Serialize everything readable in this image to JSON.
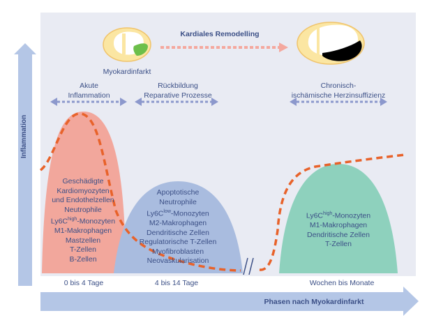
{
  "top": {
    "title": "Kardiales Remodelling",
    "infarct_label": "Myokardinfarkt"
  },
  "phases": [
    {
      "name_lines": [
        "Akute",
        "Inflammation"
      ],
      "duration": "0 bis 4 Tage",
      "cells": [
        "Geschädigte",
        "Kardiomyozyten",
        "und Endothelzellen",
        "Neutrophile",
        "Ly6Chigh-Monozyten",
        "M1-Makrophagen",
        "Mastzellen",
        "T-Zellen",
        "B-Zellen"
      ]
    },
    {
      "name_lines": [
        "Rückbildung",
        "Reparative Prozesse"
      ],
      "duration": "4 bis 14 Tage",
      "cells": [
        "Apoptotische",
        "Neutrophile",
        "Ly6Clow-Monozyten",
        "M2-Makrophagen",
        "Dendritische Zellen",
        "Regulatorische T-Zellen",
        "Myofibroblasten",
        "Neovaskularisation"
      ]
    },
    {
      "name_lines": [
        "Chronisch-",
        "ischämische Herzinsuffizienz"
      ],
      "duration": "Wochen bis Monate",
      "cells": [
        "Ly6Chigh-Monozyten",
        "M1-Makrophagen",
        "Dendritische Zellen",
        "T-Zellen"
      ]
    }
  ],
  "axes": {
    "y_label": "Inflammation",
    "x_label": "Phasen nach Myokardinfarkt"
  },
  "colors": {
    "panel": "#e9ebf3",
    "axis_arrow": "#b4c6e6",
    "acute": "#f2a79c",
    "repair": "#a9bcdf",
    "chronic": "#8ed1bd",
    "curve": "#e8622a",
    "dashed_arrow": "#8c98cc",
    "remodel_arrow": "#f4a89e",
    "text": "#3b4f86"
  }
}
